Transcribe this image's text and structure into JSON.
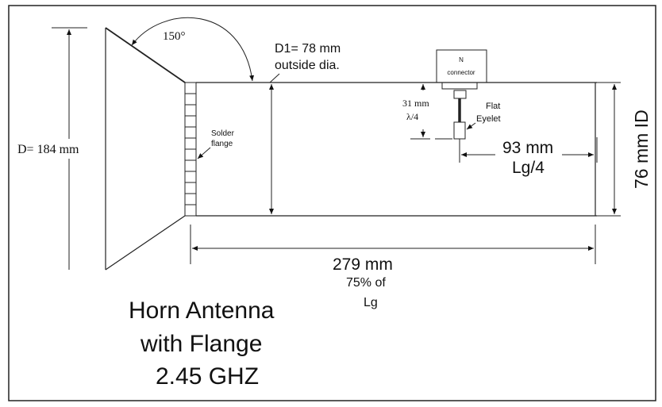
{
  "diagram": {
    "title_lines": [
      "Horn Antenna",
      "with Flange",
      "2.45 GHZ"
    ],
    "angle_label": "150°",
    "d1_label_lines": [
      "D1= 78 mm",
      "outside dia."
    ],
    "d_label": "D= 184 mm",
    "solder_label_lines": [
      "Solder",
      "flange"
    ],
    "connector_label_lines": [
      "N",
      "connector"
    ],
    "probe_depth_lines": [
      "31 mm",
      "λ/4"
    ],
    "eyelet_label_lines": [
      "Flat",
      "Eyelet"
    ],
    "probe_offset_lines": [
      "93 mm",
      "Lg/4"
    ],
    "inner_diameter_label": "76 mm ID",
    "length_label_lines": [
      "279 mm",
      "75% of",
      "Lg"
    ]
  }
}
